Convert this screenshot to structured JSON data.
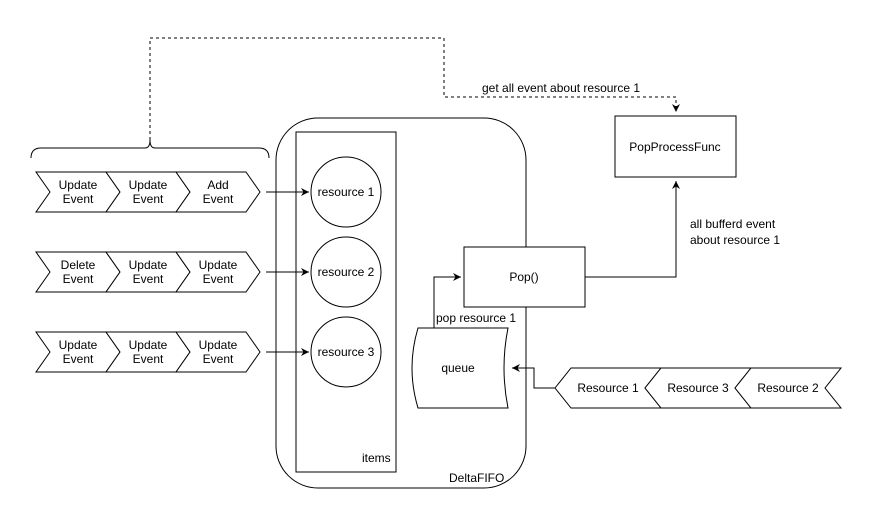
{
  "diagram": {
    "container_label": "DeltaFIFO",
    "items_label": "items",
    "resources": [
      "resource 1",
      "resource 2",
      "resource 3"
    ],
    "event_rows": [
      [
        [
          "Update",
          "Event"
        ],
        [
          "Update",
          "Event"
        ],
        [
          "Add",
          "Event"
        ]
      ],
      [
        [
          "Delete",
          "Event"
        ],
        [
          "Update",
          "Event"
        ],
        [
          "Update",
          "Event"
        ]
      ],
      [
        [
          "Update",
          "Event"
        ],
        [
          "Update",
          "Event"
        ],
        [
          "Update",
          "Event"
        ]
      ]
    ],
    "pop_label": "Pop()",
    "pop_process_label": "PopProcessFunc",
    "queue_label": "queue",
    "pop_resource_label": "pop resource 1",
    "get_all_event_label": "get all event about resource 1",
    "buffered_label_line1": "all bufferd event",
    "buffered_label_line2": "about resource 1",
    "incoming_resources": [
      "Resource 1",
      "Resource 3",
      "Resource 2"
    ]
  }
}
